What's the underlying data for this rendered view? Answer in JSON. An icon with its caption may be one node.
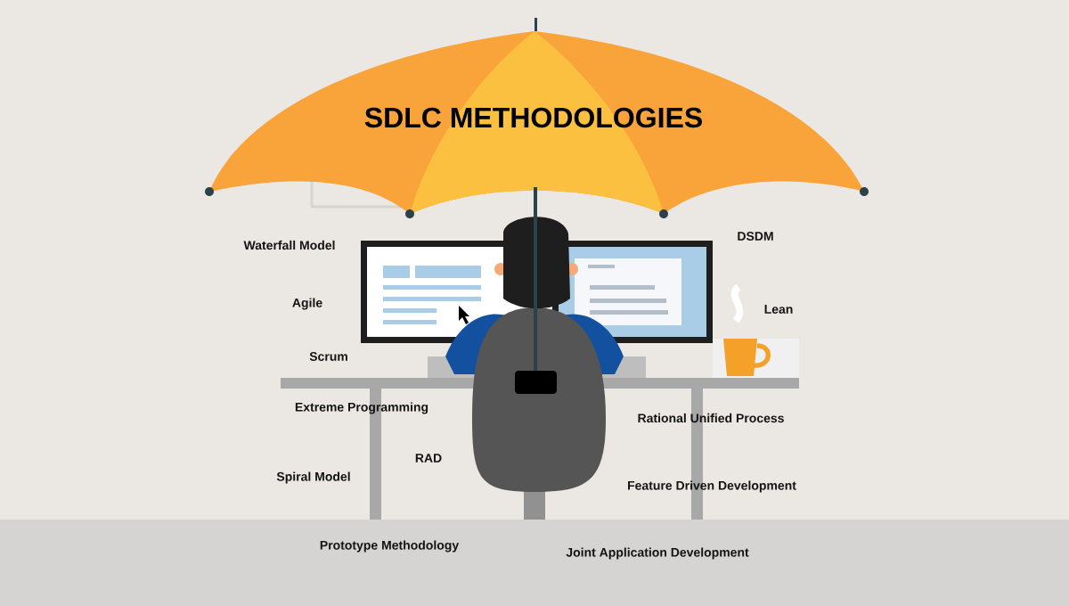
{
  "diagram": {
    "title": "SDLC METHODOLOGIES",
    "labels": [
      "Waterfall Model",
      "DSDM",
      "Agile",
      "Lean",
      "Scrum",
      "Extreme Programming",
      "Rational Unified Process",
      "RAD",
      "Spiral Model",
      "Feature Driven Development",
      "Prototype Methodology",
      "Joint Application Development"
    ]
  }
}
